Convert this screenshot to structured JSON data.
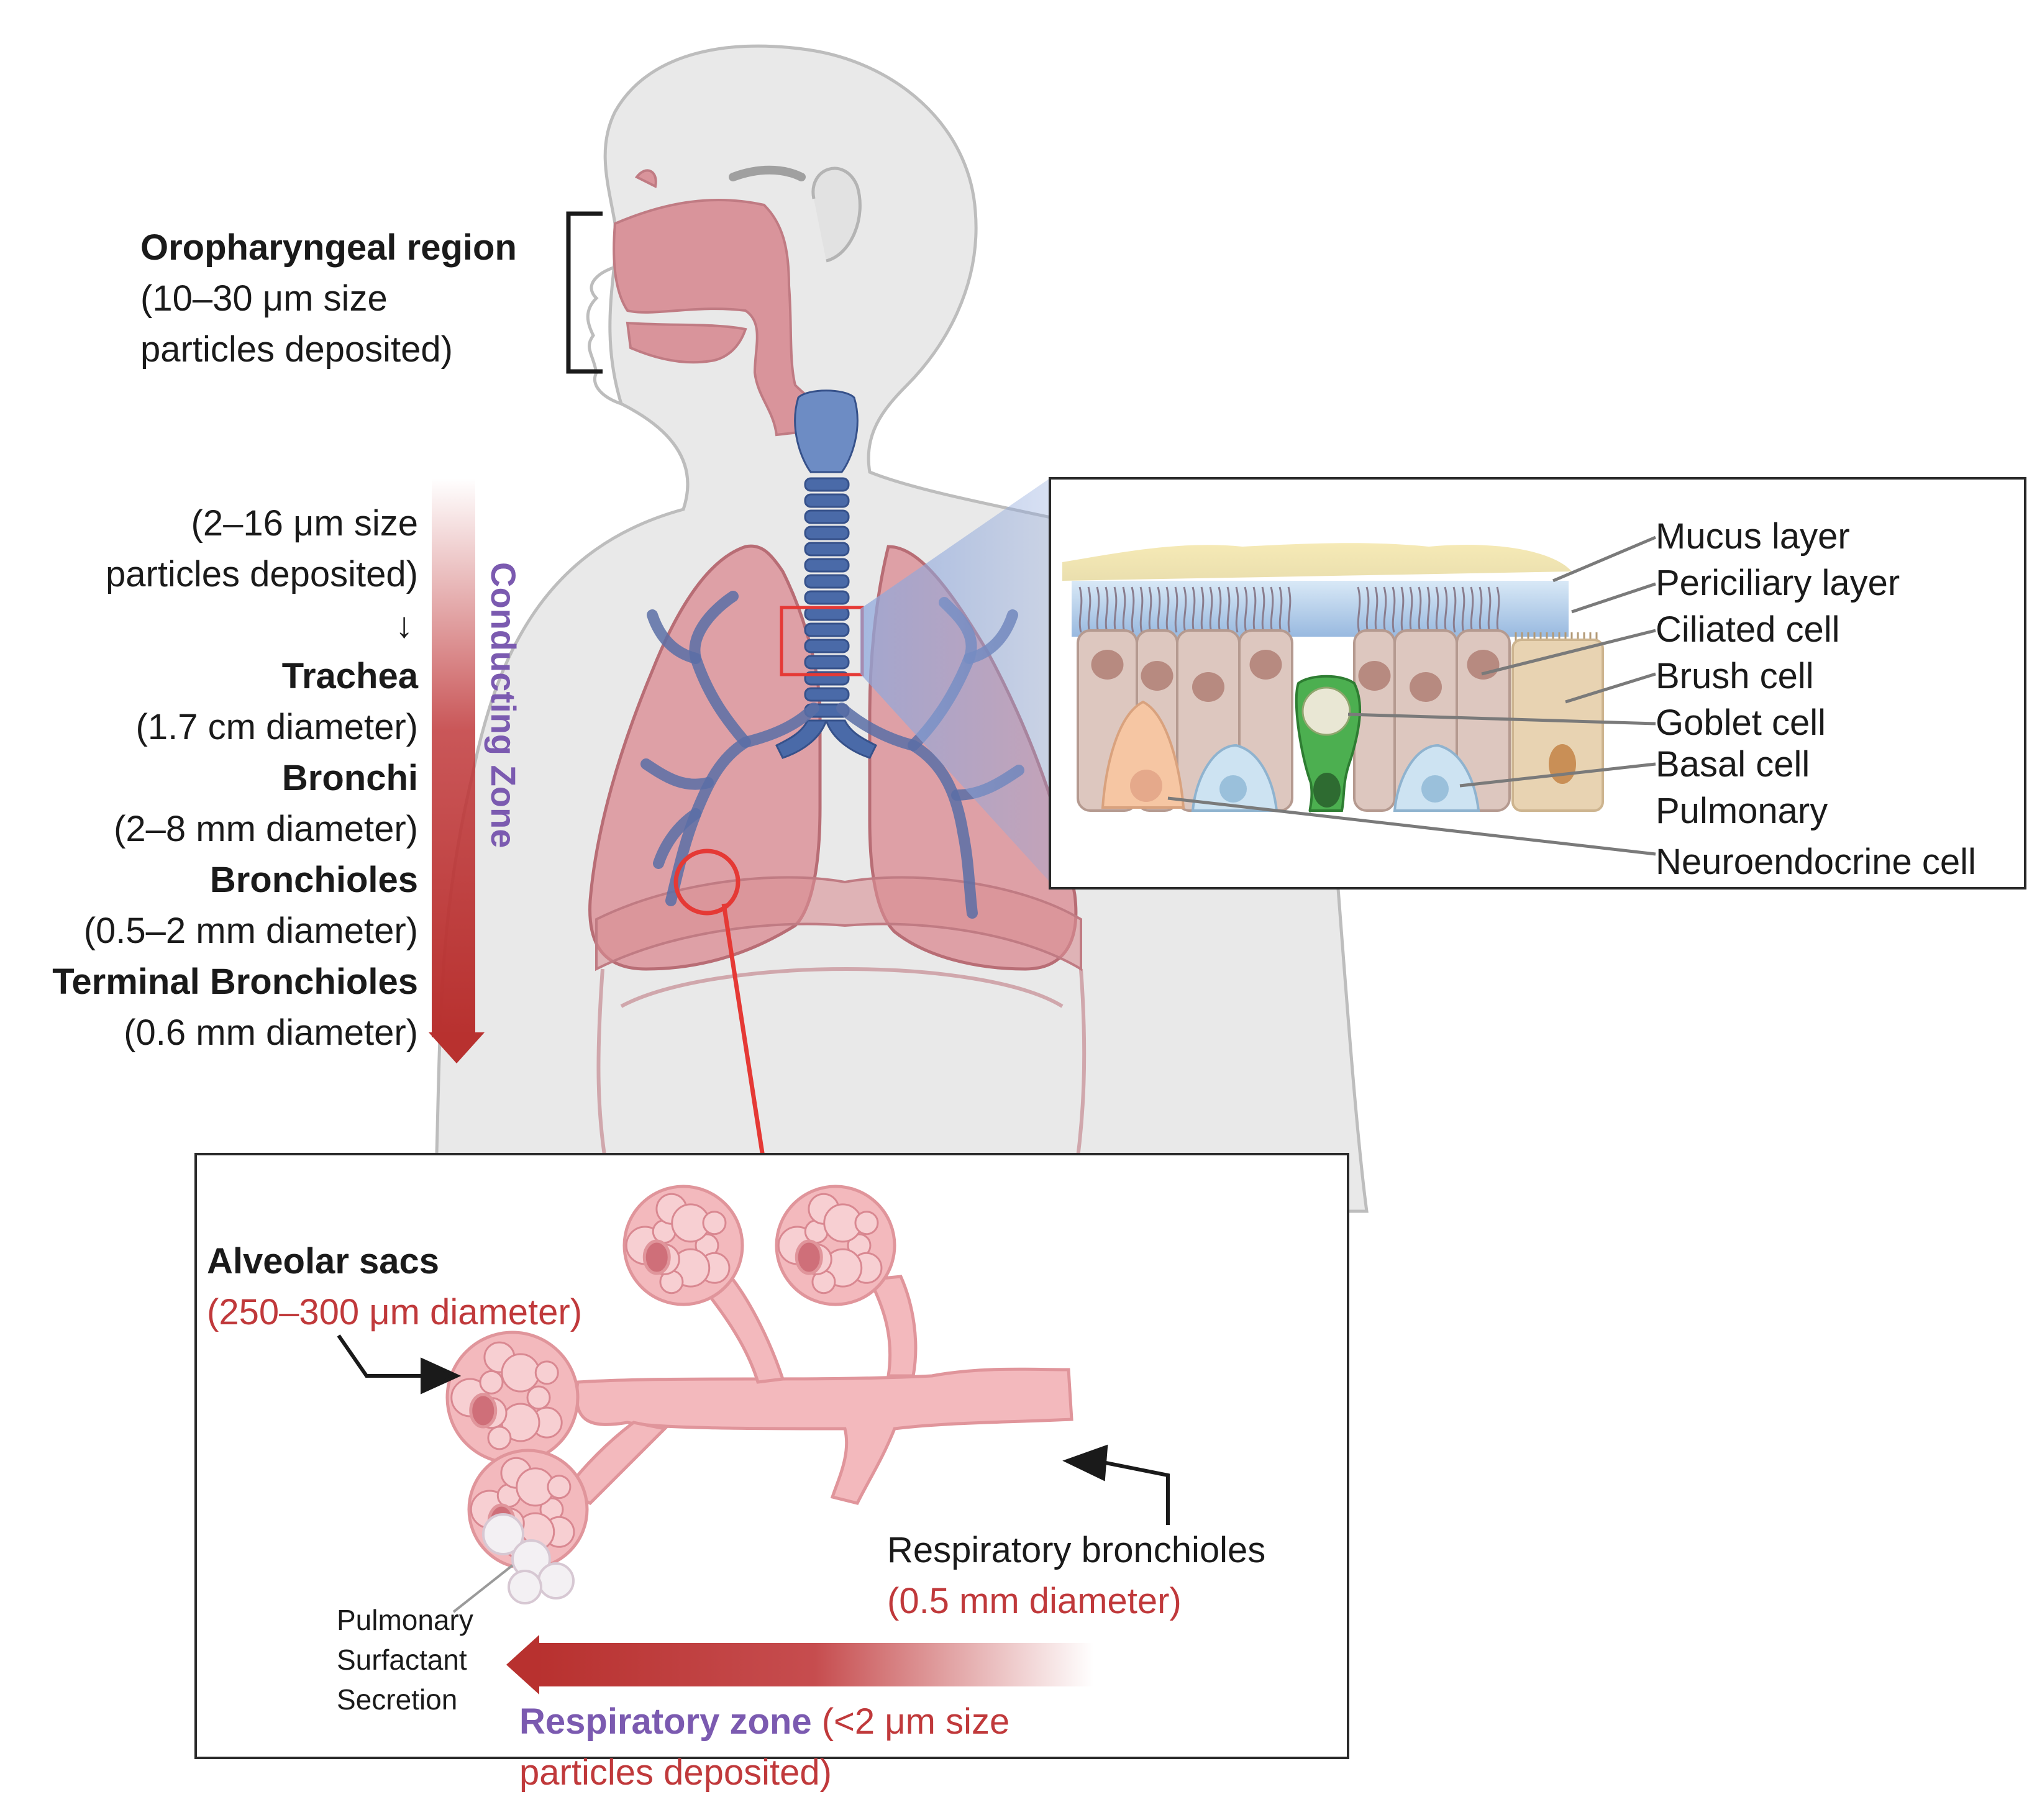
{
  "oropharyngeal": {
    "title": "Oropharyngeal region",
    "line1": "(10–30 μm size",
    "line2": "particles deposited)"
  },
  "conducting": {
    "size_line1": "(2–16 μm size",
    "size_line2": "particles deposited)",
    "arrow": "↓",
    "zone_label": "Conducting Zone",
    "airways": [
      {
        "name": "Trachea",
        "detail": "(1.7 cm diameter)"
      },
      {
        "name": "Bronchi",
        "detail": "(2–8 mm diameter)"
      },
      {
        "name": "Bronchioles",
        "detail": "(0.5–2 mm diameter)"
      },
      {
        "name": "Terminal Bronchioles",
        "detail": "(0.6 mm diameter)"
      }
    ]
  },
  "epithelium": {
    "labels": [
      "Mucus layer",
      "Periciliary layer",
      "Ciliated cell",
      "Brush cell",
      "Goblet cell",
      "Basal cell",
      "Pulmonary",
      "Neuroendocrine cell"
    ]
  },
  "respiratory": {
    "alveolar_title": "Alveolar sacs",
    "alveolar_size": "(250–300 μm diameter)",
    "bronchioles_title": "Respiratory bronchioles",
    "bronchioles_size": "(0.5 mm diameter)",
    "surfactant": [
      "Pulmonary",
      "Surfactant",
      "Secretion"
    ],
    "zone_label": "Respiratory zone",
    "zone_size_1": "(<2 μm size",
    "zone_size_2": "particles deposited)"
  },
  "colors": {
    "lung": "#d98f95",
    "airway": "#4a6aa8",
    "gradient_arrow": "#c0393b",
    "zone_text": "#7b5ab0",
    "size_text": "#c0393b"
  }
}
